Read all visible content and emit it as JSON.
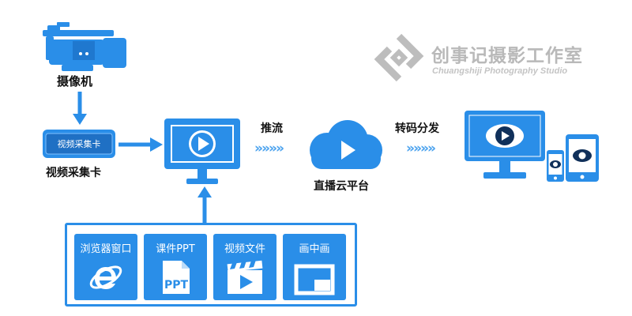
{
  "logo": {
    "title": "创事记摄影工作室",
    "subtitle": "Chuangshiji Photography Studio"
  },
  "camera": {
    "label": "摄像机"
  },
  "capture_card": {
    "badge": "视频采集卡",
    "label": "视频采集卡"
  },
  "push": {
    "label": "推流"
  },
  "cloud": {
    "label": "直播云平台"
  },
  "distribute": {
    "label": "转码分发"
  },
  "sources": [
    {
      "label": "浏览器窗口",
      "icon": "ie-browser-icon"
    },
    {
      "label": "课件PPT",
      "icon": "ppt-document-icon"
    },
    {
      "label": "视频文件",
      "icon": "video-file-icon"
    },
    {
      "label": "画中画",
      "icon": "picture-in-picture-icon"
    }
  ],
  "ppt_icon_text": "PPT",
  "chevrons": "»»»»",
  "colors": {
    "primary": "#2a8ee8",
    "dark_navy": "#10305a",
    "logo_gray": "#b9b9b9"
  }
}
